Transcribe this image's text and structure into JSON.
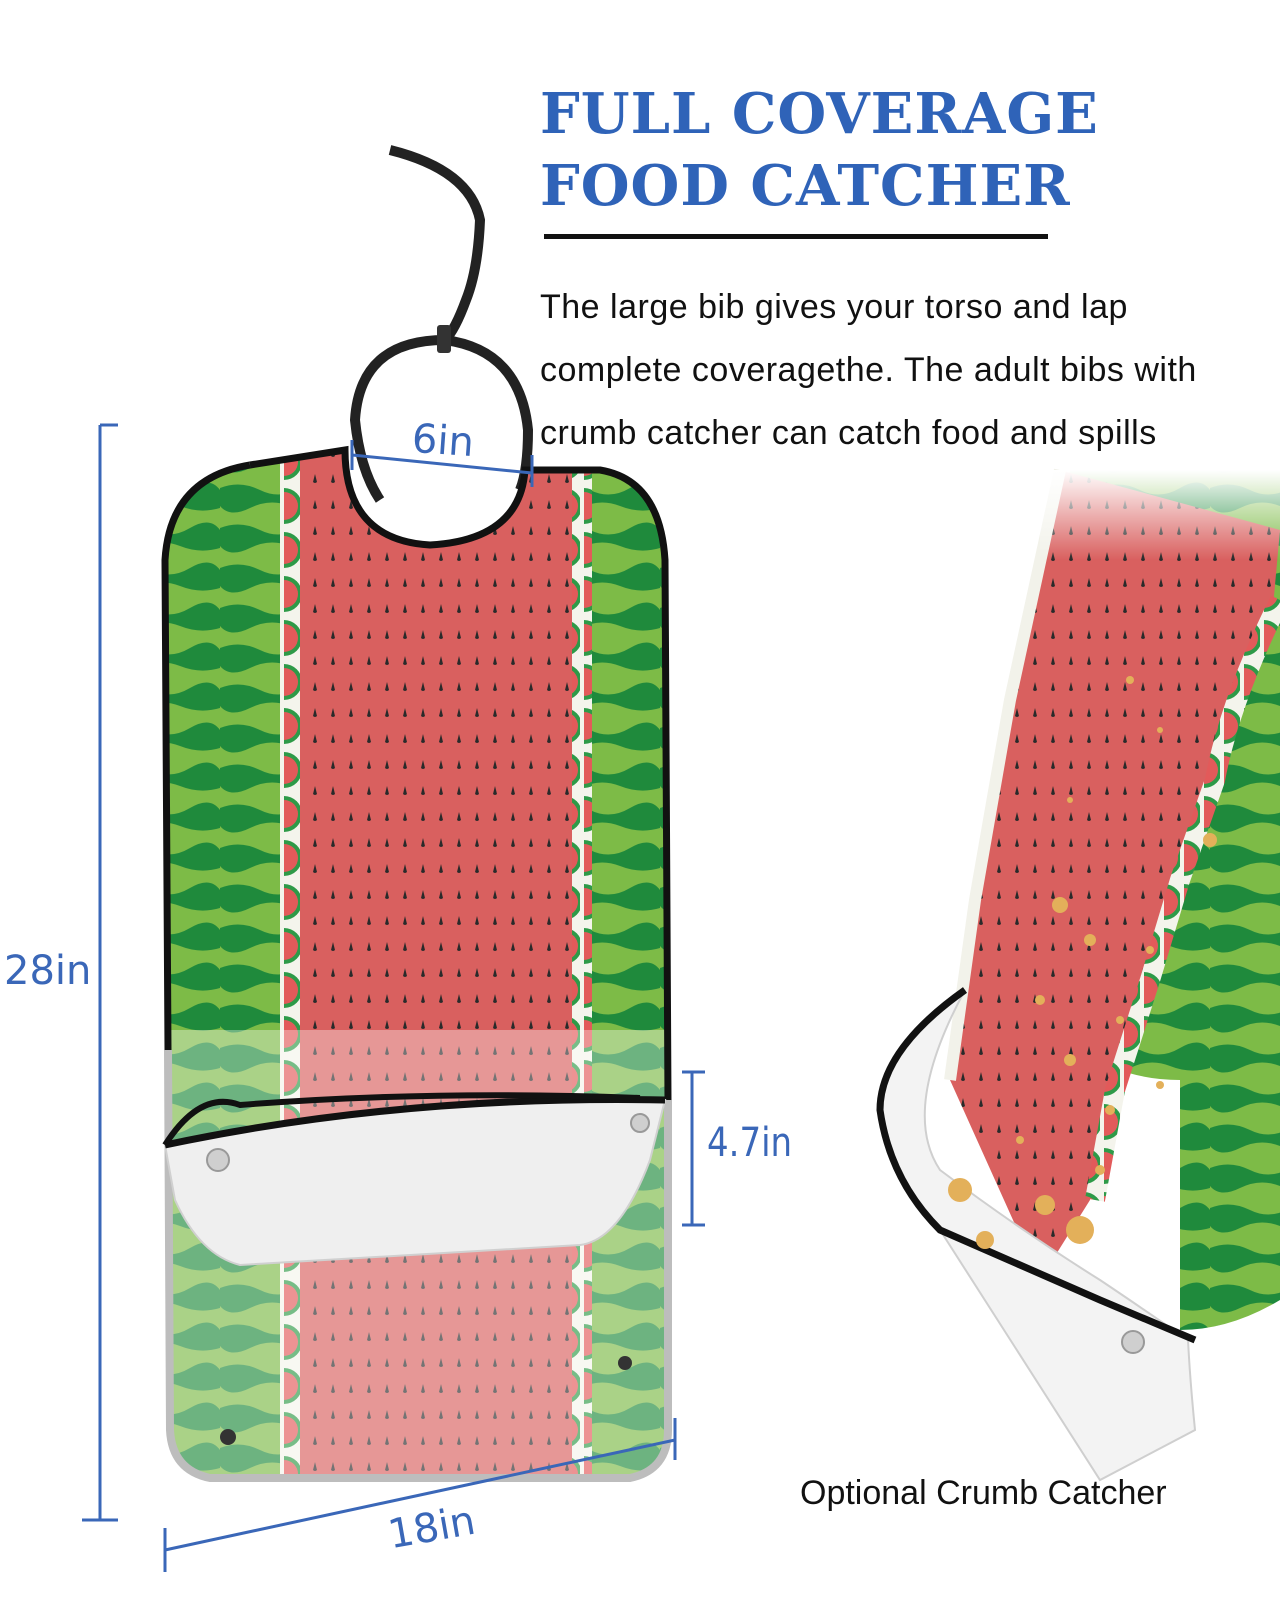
{
  "headline": {
    "line1": "FULL COVERAGE",
    "line2": "FOOD CATCHER"
  },
  "description": {
    "line1": "The large bib gives your torso and lap",
    "line2": "complete coveragethe. The adult bibs with",
    "line3": "crumb catcher can catch food and spills"
  },
  "dimensions": {
    "neck": "6in",
    "height": "28in",
    "pocket": "4.7in",
    "width": "18in"
  },
  "caption": "Optional Crumb Catcher",
  "colors": {
    "accent_blue": "#2f63b8",
    "watermelon_red": "#d9605f",
    "rind_dark_green": "#1f8a3c",
    "rind_light_green": "#7dbb47",
    "trim": "#111111"
  }
}
